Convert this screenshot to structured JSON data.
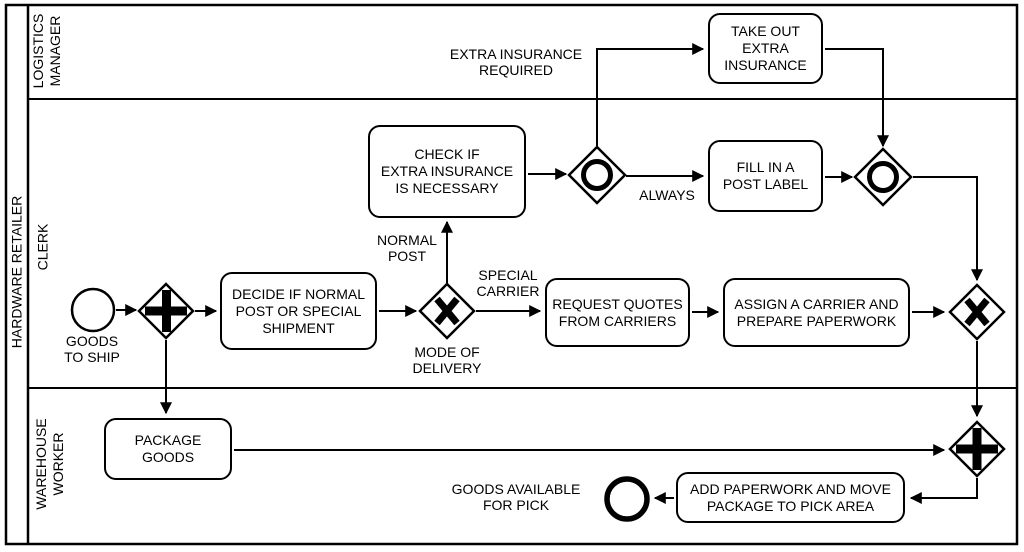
{
  "colors": {
    "ink": "#000000",
    "background": "#ffffff"
  },
  "pool": {
    "label": "HARDWARE RETAILER"
  },
  "lanes": [
    {
      "label": "LOGISTICS\nMANAGER"
    },
    {
      "label": "CLERK"
    },
    {
      "label": "WAREHOUSE\nWORKER"
    }
  ],
  "tasks": {
    "take_out": "TAKE OUT\nEXTRA\nINSURANCE",
    "check": "CHECK IF\nEXTRA INSURANCE\nIS NECESSARY",
    "fill": "FILL IN A\nPOST LABEL",
    "decide": "DECIDE IF NORMAL\nPOST OR SPECIAL\nSHIPMENT",
    "request": "REQUEST QUOTES\nFROM CARRIERS",
    "assign": "ASSIGN A CARRIER AND\nPREPARE PAPERWORK",
    "package": "PACKAGE\nGOODS",
    "add_paperwork": "ADD PAPERWORK AND MOVE\nPACKAGE TO PICK AREA"
  },
  "events": {
    "start": "GOODS\nTO SHIP",
    "end": "GOODS AVAILABLE\nFOR PICK"
  },
  "flow_labels": {
    "extra_insurance_required": "EXTRA INSURANCE\nREQUIRED",
    "normal_post": "NORMAL\nPOST",
    "special_carrier": "SPECIAL\nCARRIER",
    "mode_of_delivery": "MODE OF\nDELIVERY",
    "always": "ALWAYS"
  },
  "icons": {
    "parallel_gateway": "+",
    "exclusive_gateway": "×",
    "inclusive_gateway": "○",
    "start_event": "○",
    "end_event": "◯"
  }
}
